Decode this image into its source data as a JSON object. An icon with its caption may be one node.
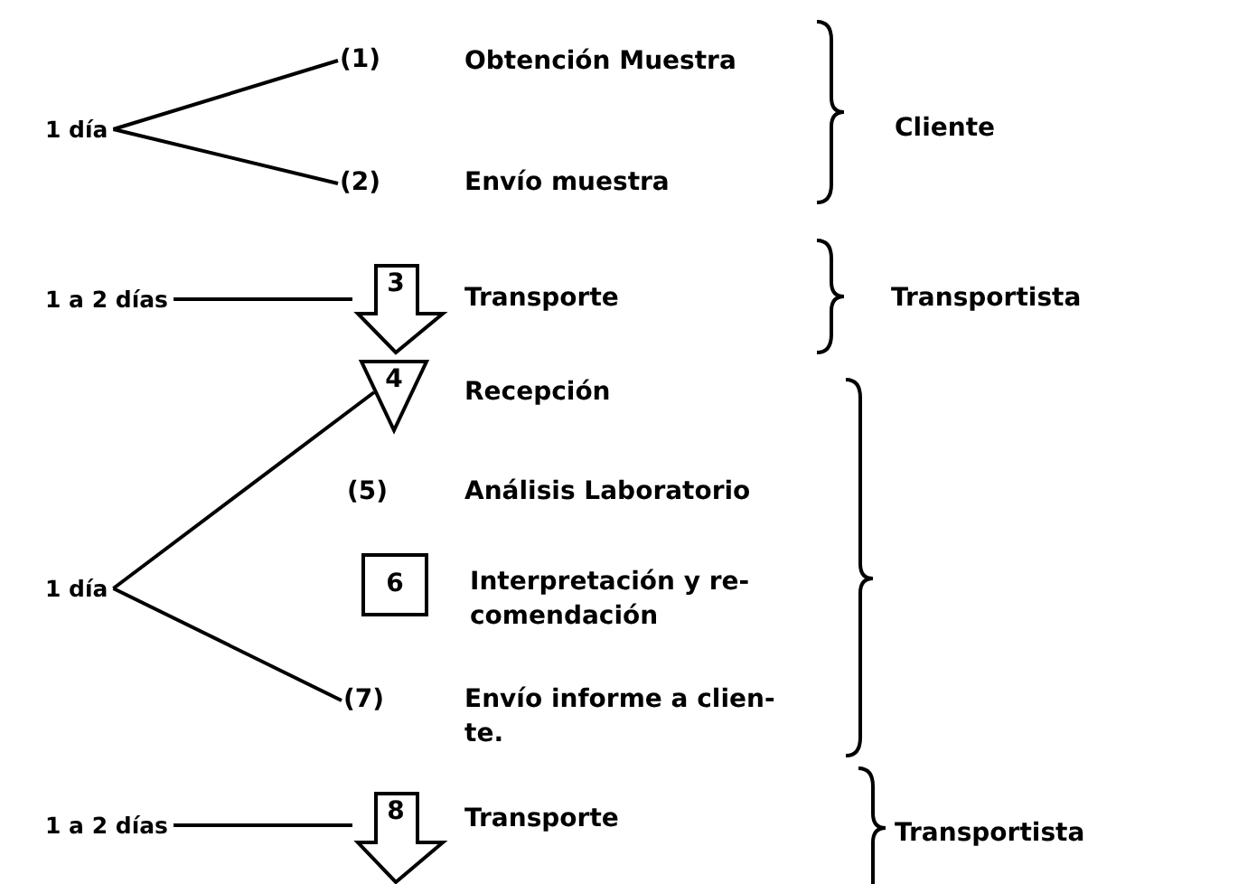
{
  "diagram": {
    "nodes": [
      {
        "text": [
          "1 día"
        ]
      },
      {
        "text": [
          "(1)"
        ],
        "beside": [
          "Obtención Muestra"
        ]
      },
      {
        "text": [
          "(2)"
        ],
        "beside": [
          "Envío muestra"
        ]
      },
      {
        "text": [
          "1 a 2 días"
        ]
      },
      {
        "text": [
          "3"
        ],
        "beside": [
          "Transporte"
        ]
      },
      {
        "text": [
          "4"
        ],
        "beside": [
          "Recepción"
        ]
      },
      {
        "text": [
          "1 día"
        ]
      },
      {
        "text": [
          "6"
        ],
        "beside": [
          "Interpretación y re- comendación"
        ]
      },
      {
        "text": [
          "(7)"
        ],
        "beside": [
          "Envío informe a clien- te."
        ]
      },
      {
        "text": [
          "1 a 2 días"
        ]
      },
      {
        "text": [
          "8"
        ],
        "beside": [
          "Transporte"
        ]
      }
    ],
    "edges": [
      {
        "from": 0,
        "to": 1,
        "arrow": "none"
      },
      {
        "from": 0,
        "to": 2,
        "arrow": "none"
      },
      {
        "from": 3,
        "to": 4,
        "arrow": "none"
      },
      {
        "from": 6,
        "to": 5,
        "arrow": "none"
      },
      {
        "from": 6,
        "to": 8,
        "arrow": "none"
      },
      {
        "from": 9,
        "to": 10,
        "arrow": "none"
      }
    ],
    "labels": [
      "Cliente",
      "Transportista",
      "(5)",
      "Análisis Laboratorio",
      "Transportista"
    ]
  }
}
